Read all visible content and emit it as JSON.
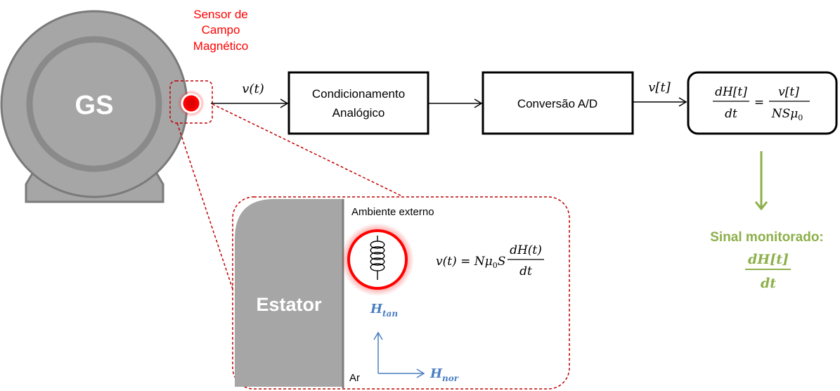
{
  "generator": {
    "label": "GS"
  },
  "sensor": {
    "title_lines": [
      "Sensor de",
      "Campo",
      "Magnético"
    ],
    "color": "#ff0000"
  },
  "signals": {
    "v_t": "v(t)",
    "v_n": "v[t]"
  },
  "blocks": {
    "conditioning": {
      "line1": "Condicionamento",
      "line2": "Analógico"
    },
    "conversion": {
      "label": "Conversão A/D"
    },
    "equation": {
      "lhs_num": "dH[t]",
      "lhs_den": "dt",
      "eq": "=",
      "rhs_num": "v[t]",
      "rhs_den_base": "NSμ",
      "rhs_den_sub": "0"
    }
  },
  "output": {
    "title": "Sinal monitorado:",
    "num": "dH[t]",
    "den": "dt",
    "color": "#8db04a"
  },
  "detail": {
    "stator_label": "Estator",
    "external_label": "Ambiente externo",
    "air_label": "Ar",
    "formula": {
      "lhs": "v(t) = Nμ",
      "mu_sub": "0",
      "s": "S",
      "num": "dH(t)",
      "den": "dt"
    },
    "h_tan": {
      "base": "H",
      "sub": "tan"
    },
    "h_nor": {
      "base": "H",
      "sub": "nor"
    },
    "vector_color": "#4a7fc1"
  }
}
